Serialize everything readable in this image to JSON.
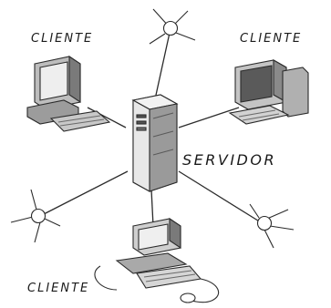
{
  "labels": {
    "client_top_left": "CLIENTE",
    "client_top_right": "CLIENTE",
    "client_bottom": "CLIENTE",
    "server": "SERVIDOR"
  },
  "nodes": [
    {
      "role": "server",
      "icon": "server-tower-icon"
    },
    {
      "role": "client",
      "icon": "desktop-computer-icon"
    },
    {
      "role": "client",
      "icon": "desktop-computer-icon"
    },
    {
      "role": "client",
      "icon": "desktop-computer-icon"
    },
    {
      "role": "node",
      "icon": "network-node-icon"
    },
    {
      "role": "node",
      "icon": "network-node-icon"
    },
    {
      "role": "node",
      "icon": "network-node-icon"
    }
  ],
  "colors": {
    "line": "#2b2b2b",
    "fill_light": "#e6e6e6",
    "fill_mid": "#a8a8a8",
    "fill_dark": "#4a4a4a",
    "background": "#ffffff"
  }
}
